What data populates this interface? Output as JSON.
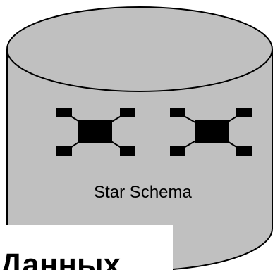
{
  "diagram": {
    "caption": "Star Schema",
    "partial_title": "Данных",
    "colors": {
      "cylinder_fill": "#c0c0c0",
      "outline": "#000000",
      "node_fill": "#000000",
      "background": "#ffffff"
    },
    "shapes": [
      {
        "name": "database-cylinder",
        "type": "cylinder"
      },
      {
        "name": "star-schema-left",
        "type": "star-icon"
      },
      {
        "name": "star-schema-right",
        "type": "star-icon"
      }
    ]
  }
}
